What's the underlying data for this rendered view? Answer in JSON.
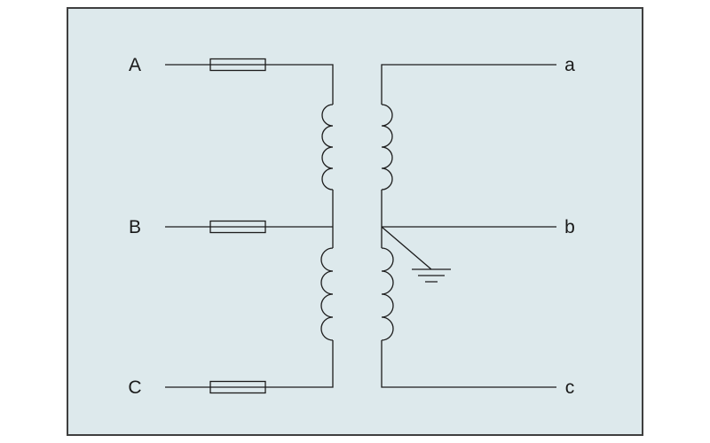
{
  "diagram": {
    "panel": {
      "bg": "#dde9ec",
      "border": "#3f3f3f",
      "line_color": "#1c1c1c"
    },
    "primary_terminals": [
      {
        "label": "A"
      },
      {
        "label": "B"
      },
      {
        "label": "C"
      }
    ],
    "secondary_terminals": [
      {
        "label": "a"
      },
      {
        "label": "b"
      },
      {
        "label": "c"
      }
    ],
    "components": {
      "fuse_count": 3,
      "winding_columns": 2,
      "windings_per_column": 2,
      "ground_symbol": true
    }
  }
}
